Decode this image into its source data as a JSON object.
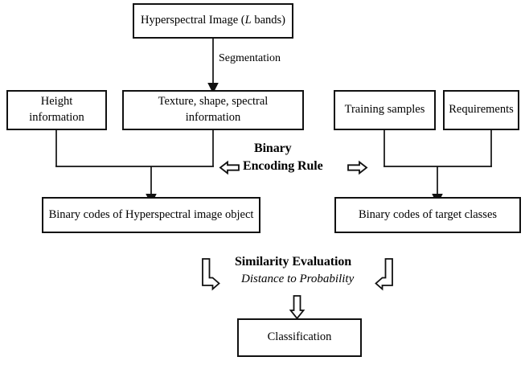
{
  "diagram": {
    "title": "Hyperspectral image binary encoding classification flowchart",
    "background_color": "#ffffff",
    "line_color": "#111111",
    "text_color": "#000000"
  },
  "nodes": {
    "source": {
      "label_prefix": "Hyperspectral Image (",
      "label_italic": "L",
      "label_suffix": " bands)"
    },
    "height": {
      "line1": "Height",
      "line2": "information"
    },
    "texture": {
      "line1": "Texture, shape, spectral",
      "line2": "information"
    },
    "training": {
      "label": "Training samples"
    },
    "requirements": {
      "label": "Requirements"
    },
    "codes_object": {
      "label": "Binary codes of Hyperspectral image object"
    },
    "codes_target": {
      "label": "Binary codes of target classes"
    },
    "classification": {
      "label": "Classification"
    }
  },
  "edge_labels": {
    "segmentation": "Segmentation"
  },
  "process_labels": {
    "binary_encoding": {
      "line1": "Binary",
      "line2": "Encoding Rule"
    },
    "similarity": {
      "title": "Similarity Evaluation",
      "subtitle": "Distance to Probability"
    }
  },
  "icons": {
    "arrow_left_hollow": "arrow-left-hollow-icon",
    "arrow_right_hollow": "arrow-right-hollow-icon",
    "arrow_down_hollow": "arrow-down-hollow-icon",
    "elbow_arrow_right": "elbow-arrow-right-icon",
    "elbow_arrow_left": "elbow-arrow-left-icon",
    "arrow_down_solid": "arrow-down-solid-icon"
  }
}
